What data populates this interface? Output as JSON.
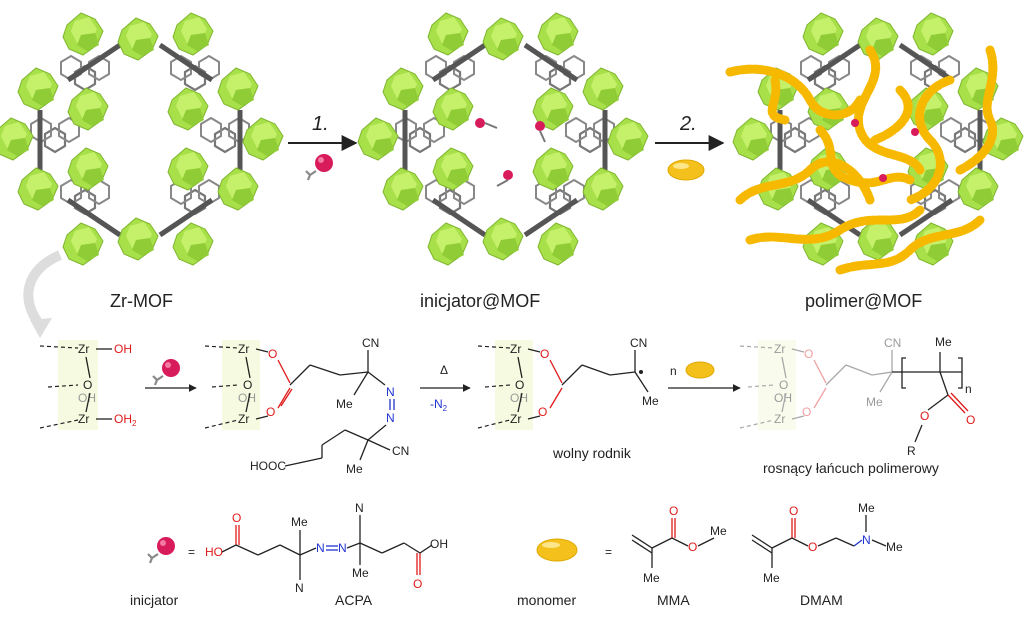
{
  "top": {
    "mof1_label": "Zr-MOF",
    "mof2_label": "inicjator@MOF",
    "mof3_label": "polimer@MOF",
    "step1": "1.",
    "step2": "2."
  },
  "mechanism": {
    "zr": "Zr",
    "oh": "OH",
    "o": "O",
    "h2": "2",
    "cn": "CN",
    "me": "Me",
    "n": "N",
    "hooc": "HOOC",
    "delta": "Δ",
    "minus_n2_prefix": "-N",
    "minus_n2_sub": "2",
    "n_monomer": "n",
    "radical_label": "wolny rodnik",
    "chain_label": "rosnący łańcuch polimerowy",
    "r": "R",
    "n_sub": "n"
  },
  "legend": {
    "initiator_label": "inicjator",
    "equals": "=",
    "acpa_label": "ACPA",
    "monomer_label": "monomer",
    "mma_label": "MMA",
    "dmam_label": "DMAM",
    "ho": "HO",
    "oh": "OH",
    "o": "O",
    "n": "N",
    "me": "Me"
  },
  "colors": {
    "mof_green": "#a8e04a",
    "linker_gray": "#777777",
    "initiator_red": "#d81b5a",
    "monomer_yellow": "#f4c11c",
    "polymer_orange": "#f7b800",
    "azo_blue": "#2034d0",
    "oxygen_red": "#e01a1a"
  }
}
